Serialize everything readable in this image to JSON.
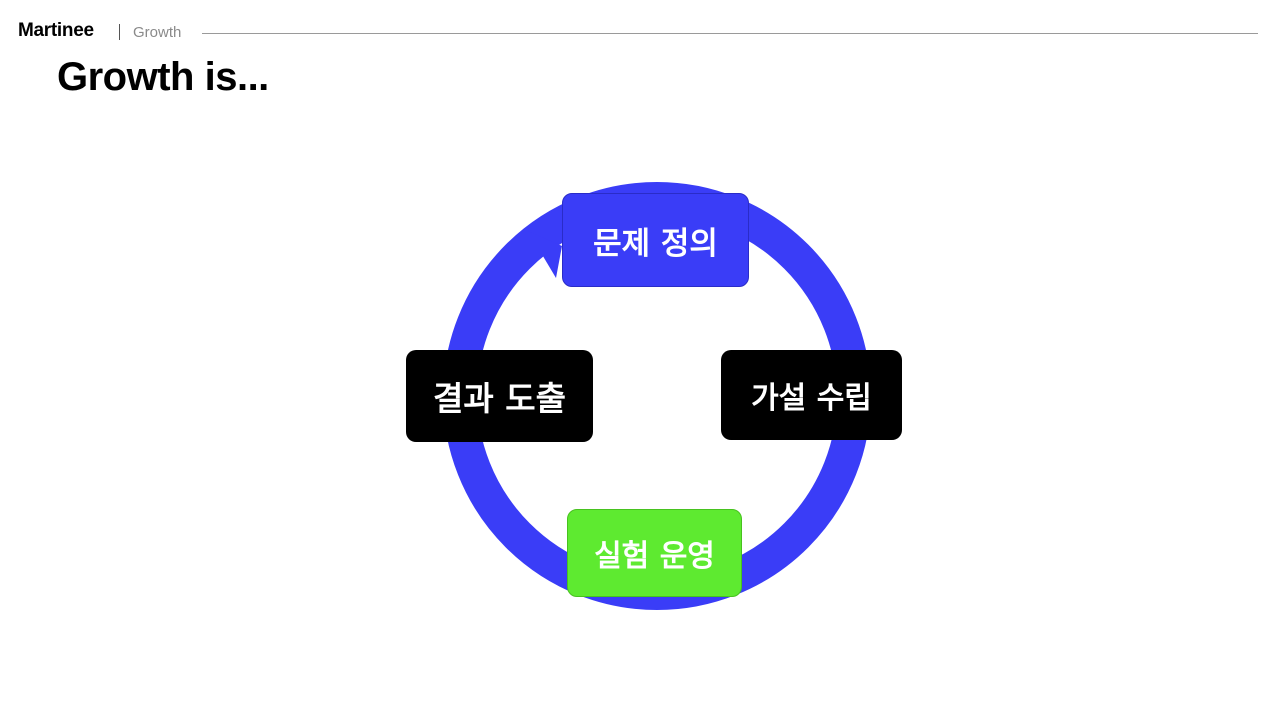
{
  "header": {
    "brand": "Martinee",
    "section": "Growth"
  },
  "title": "Growth is...",
  "cycle": {
    "arrow_color": "#3a3df7",
    "steps": [
      {
        "label": "문제 정의",
        "color": "#3a3df7"
      },
      {
        "label": "가설 수립",
        "color": "#000000"
      },
      {
        "label": "실험 운영",
        "color": "#5eea30"
      },
      {
        "label": "결과 도출",
        "color": "#000000"
      }
    ]
  }
}
